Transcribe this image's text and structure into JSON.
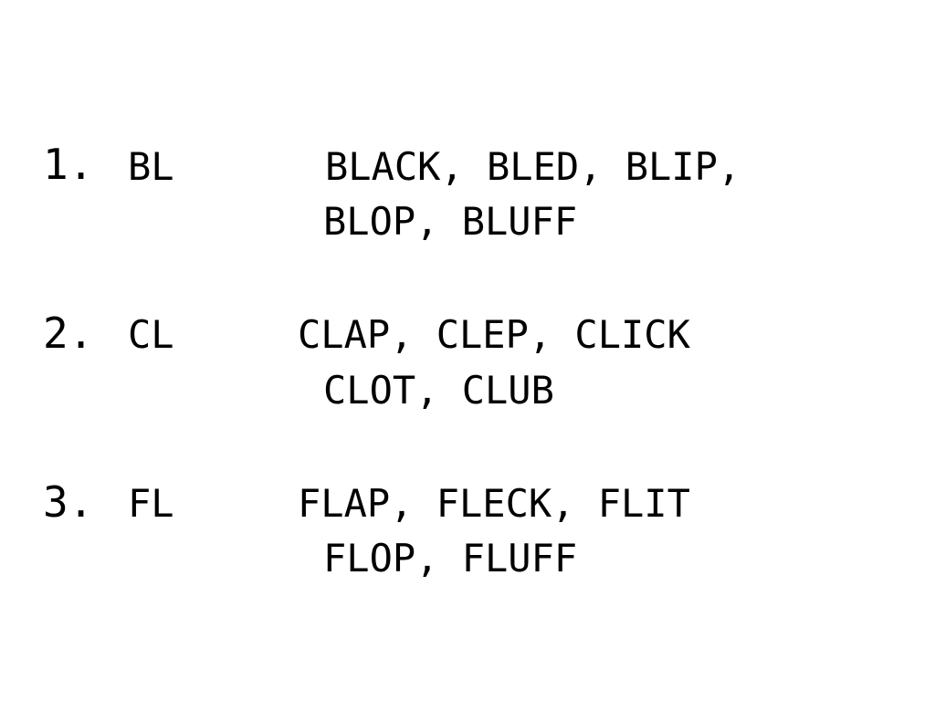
{
  "items": [
    {
      "number": "1.",
      "blend": "BL",
      "words_line1": "BLACK, BLED, BLIP,",
      "words_line2": "BLOP, BLUFF"
    },
    {
      "number": "2.",
      "blend": "CL",
      "words_line1": "CLAP, CLEP, CLICK",
      "words_line2": "CLOT, CLUB"
    },
    {
      "number": "3.",
      "blend": "FL",
      "words_line1": "FLAP, FLECK, FLIT",
      "words_line2": "FLOP, FLUFF"
    }
  ]
}
